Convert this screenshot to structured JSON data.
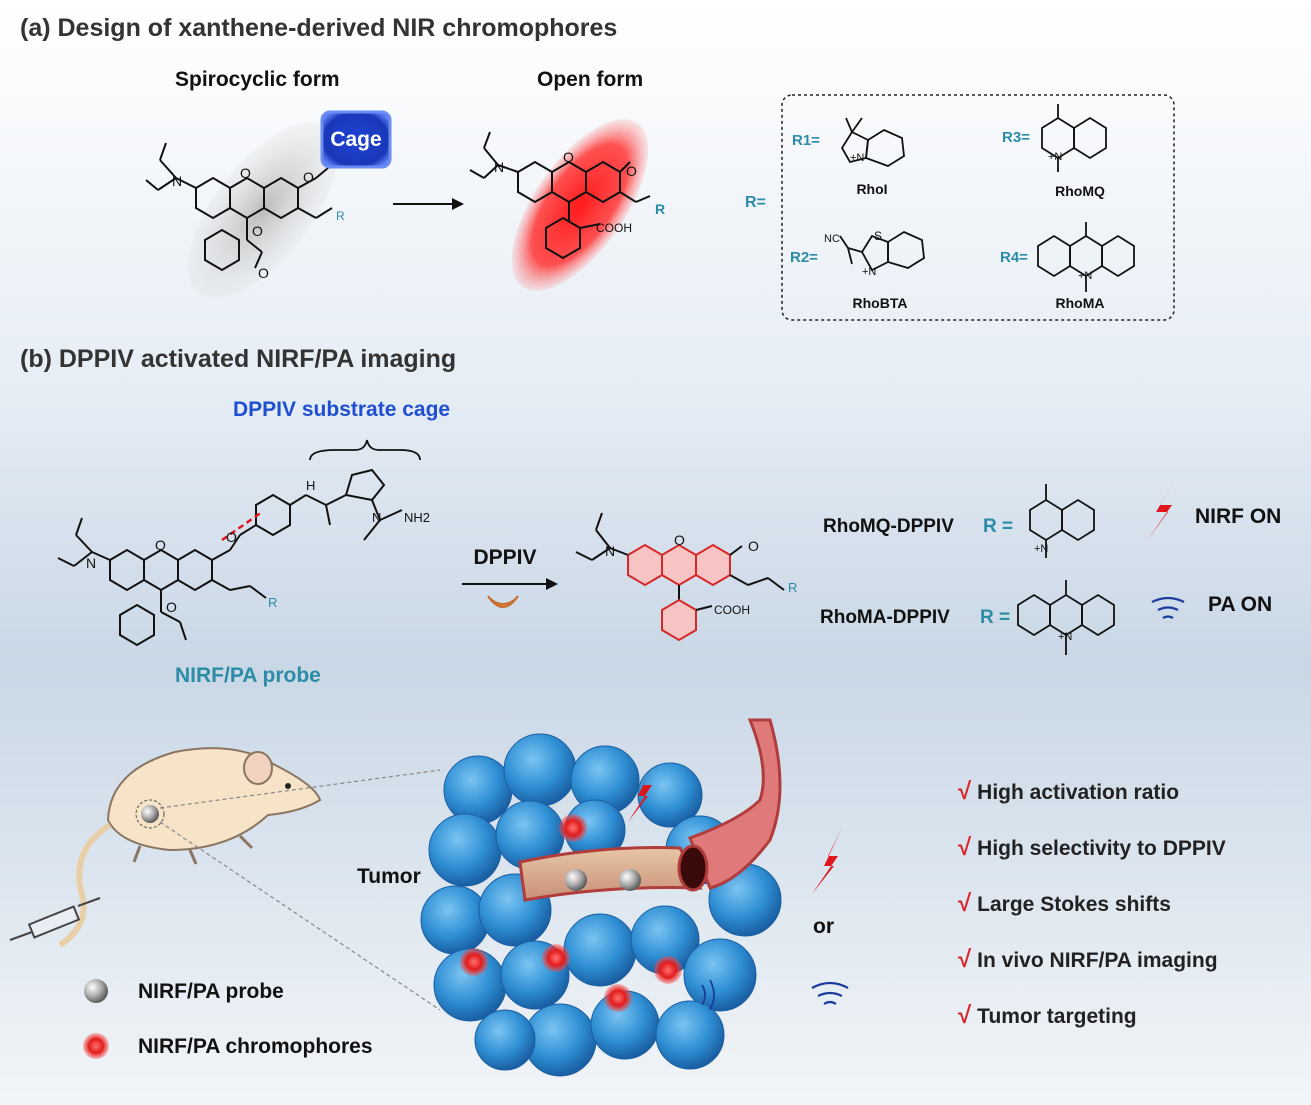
{
  "panel_a": {
    "title": "(a) Design of xanthene-derived NIR chromophores",
    "spirocyclic_label": "Spirocyclic form",
    "open_label": "Open form",
    "cage_label": "Cage",
    "r_equals": "R=",
    "R": "R",
    "cooh": "COOH",
    "substituents": [
      {
        "label": "R1=",
        "name": "RhoI"
      },
      {
        "label": "R3=",
        "name": "RhoMQ"
      },
      {
        "label": "R2=",
        "name": "RhoBTA"
      },
      {
        "label": "R4=",
        "name": "RhoMA"
      }
    ],
    "atoms": {
      "N": "N",
      "O": "O",
      "S": "S",
      "NC": "NC",
      "plus_N": "+N"
    }
  },
  "panel_b": {
    "title": "(b) DPPIV activated NIRF/PA imaging",
    "cage_caption": "DPPIV substrate cage",
    "probe_label": "NIRF/PA probe",
    "enzyme_label": "DPPIV",
    "nh2": "NH2",
    "H": "H",
    "cooh": "COOH",
    "R": "R",
    "products": [
      {
        "name": "RhoMQ-DPPIV",
        "r_eq": "R =",
        "signal": "NIRF ON",
        "signal_colour": "#e0161d"
      },
      {
        "name": "RhoMA-DPPIV",
        "r_eq": "R =",
        "signal": "PA ON",
        "signal_colour": "#1a3c9c"
      }
    ]
  },
  "bottom": {
    "tumor_label": "Tumor",
    "or_label": "or",
    "legend": [
      {
        "label": "NIRF/PA probe",
        "colour": "#9a9a9a"
      },
      {
        "label": "NIRF/PA chromophores",
        "colour": "#e21b1b"
      }
    ],
    "advantages": [
      "High activation ratio",
      "High selectivity to DPPIV",
      "Large Stokes shifts",
      "In vivo NIRF/PA imaging",
      "Tumor targeting"
    ],
    "check_glyph": "√"
  },
  "colors": {
    "accent_red": "#e0161d",
    "cage_blue": "#1f4fd1",
    "teal": "#2a8ca6",
    "cell_blue": "#2f8fd4"
  }
}
